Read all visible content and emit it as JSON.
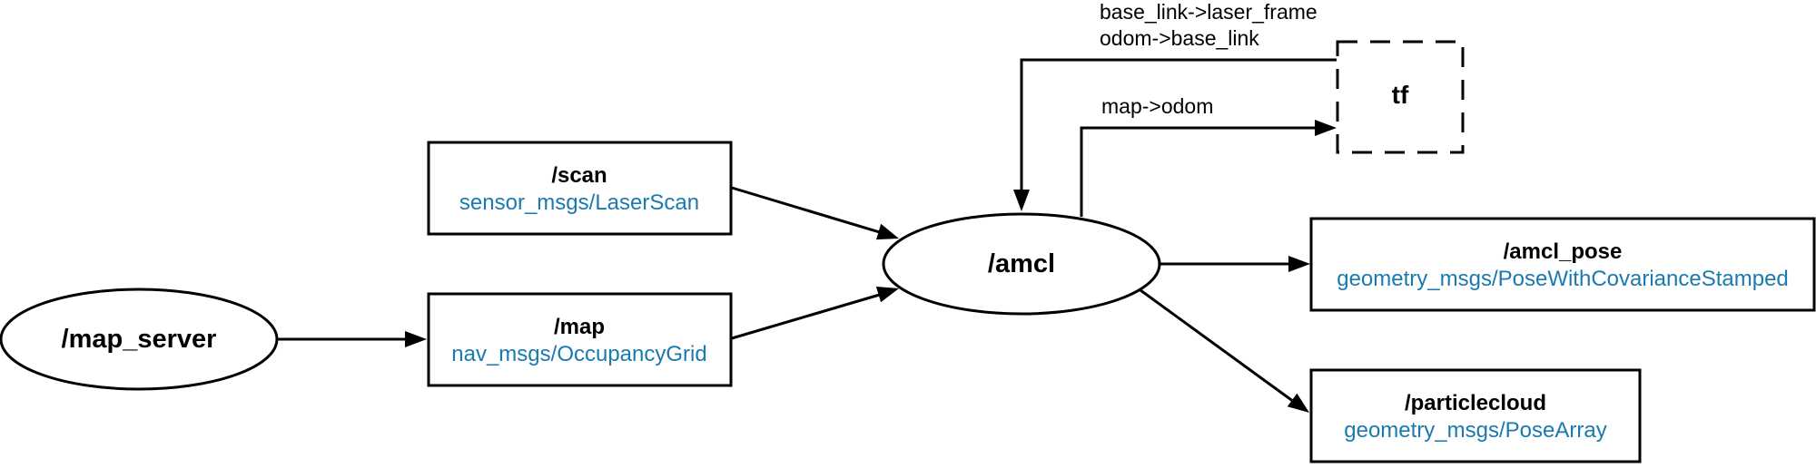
{
  "nodes": {
    "map_server": {
      "title": "/map_server"
    },
    "amcl": {
      "title": "/amcl"
    },
    "tf": {
      "title": "tf"
    }
  },
  "topics": {
    "scan": {
      "name": "/scan",
      "type": "sensor_msgs/LaserScan"
    },
    "map": {
      "name": "/map",
      "type": "nav_msgs/OccupancyGrid"
    },
    "amcl_pose": {
      "name": "/amcl_pose",
      "type": "geometry_msgs/PoseWithCovarianceStamped"
    },
    "particlecloud": {
      "name": "/particlecloud",
      "type": "geometry_msgs/PoseArray"
    }
  },
  "edge_labels": {
    "tf_to_amcl_line1": "base_link->laser_frame",
    "tf_to_amcl_line2": "odom->base_link",
    "amcl_to_tf": "map->odom"
  },
  "colors": {
    "type_text": "#1a7ab0",
    "stroke": "#000000"
  }
}
